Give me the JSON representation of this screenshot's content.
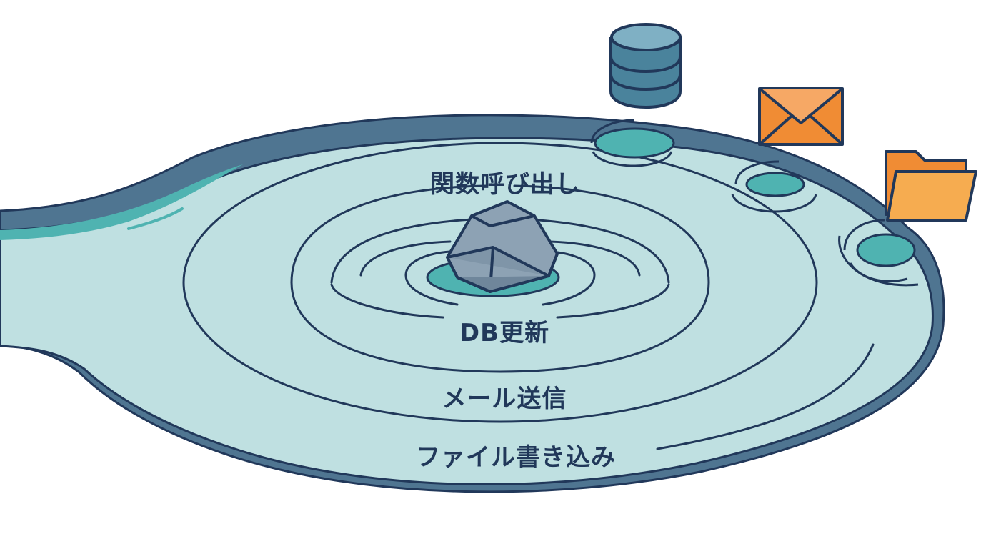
{
  "labels": {
    "function_call": "関数呼び出し",
    "db_update": "DB更新",
    "mail_send": "メール送信",
    "file_write": "ファイル書き込み"
  },
  "icons": {
    "database": "database-icon",
    "mail": "mail-icon",
    "folder": "folder-icon",
    "stone": "stone-icon"
  },
  "colors": {
    "water": "#bfe0e1",
    "water_edge": "#4f7591",
    "outline": "#21385a",
    "teal": "#4fb3b1",
    "stone": "#8da2b4",
    "database": "#4a839c",
    "mail": "#f08c34",
    "folder": "#f2a646"
  }
}
